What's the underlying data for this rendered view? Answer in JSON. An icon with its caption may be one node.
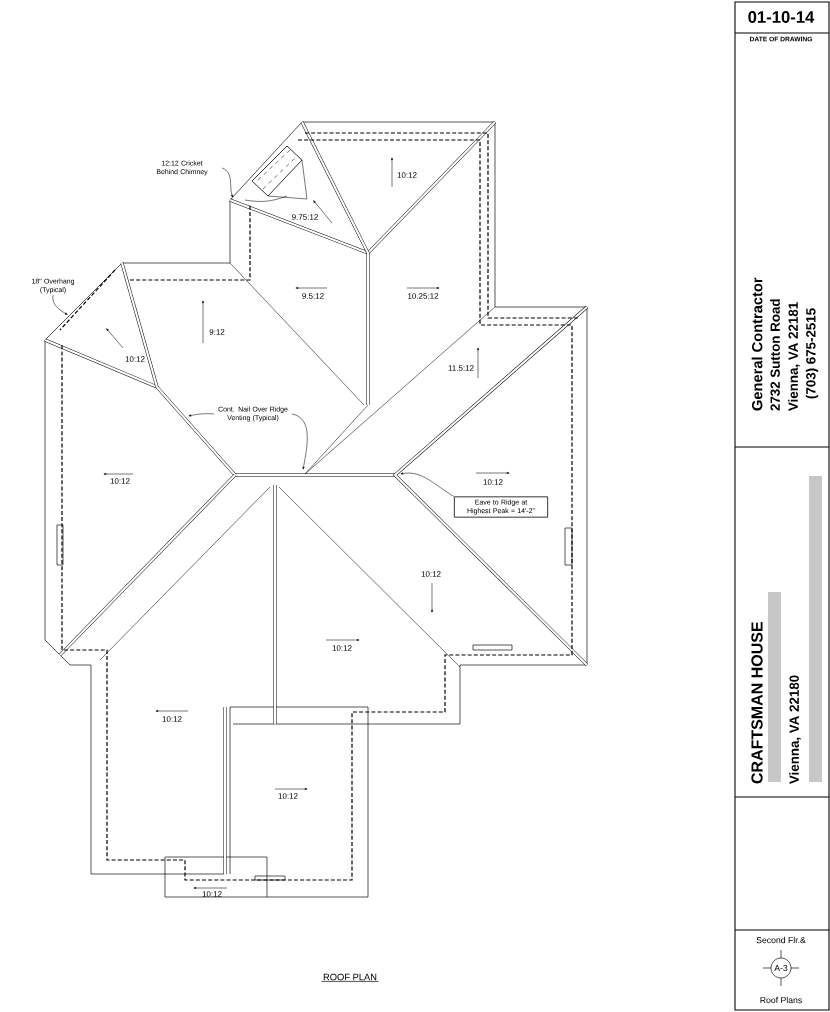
{
  "diagram": {
    "title": "ROOF PLAN",
    "nodes": [
      {
        "text": [
          "12:12 Cricket Behind Chimney"
        ]
      },
      {
        "text": [
          "18\" Overhang (Typical)"
        ]
      },
      {
        "text": [
          "Cont. Nail Over Ridge Venting (Typical)"
        ]
      },
      {
        "text": [
          "Eave to Ridge at Highest Peak = 14'-2\""
        ]
      }
    ],
    "edges": [
      {
        "from": 0,
        "to": null,
        "arrow": "to"
      },
      {
        "from": 1,
        "to": null,
        "arrow": "to"
      },
      {
        "from": 2,
        "to": null,
        "arrow": "to"
      },
      {
        "from": 2,
        "to": null,
        "arrow": "to"
      },
      {
        "from": 3,
        "to": null,
        "arrow": "to"
      }
    ],
    "labels": [
      "10:12",
      "9.75:12",
      "9:12",
      "10:12",
      "9.5:12",
      "10.25:12",
      "11.5:12",
      "10:12",
      "10:12",
      "10:12",
      "10:12",
      "10:12",
      "10:12",
      "10:12",
      "01-10-14",
      "DATE OF DRAWING",
      "General Contractor",
      "2732 Sutton Road",
      "Vienna, VA 22181",
      "(703) 675-2515",
      "CRAFTSMAN HOUSE",
      "Vienna, VA 22180",
      "Second Flr.&",
      "A-3",
      "Roof Plans"
    ]
  }
}
